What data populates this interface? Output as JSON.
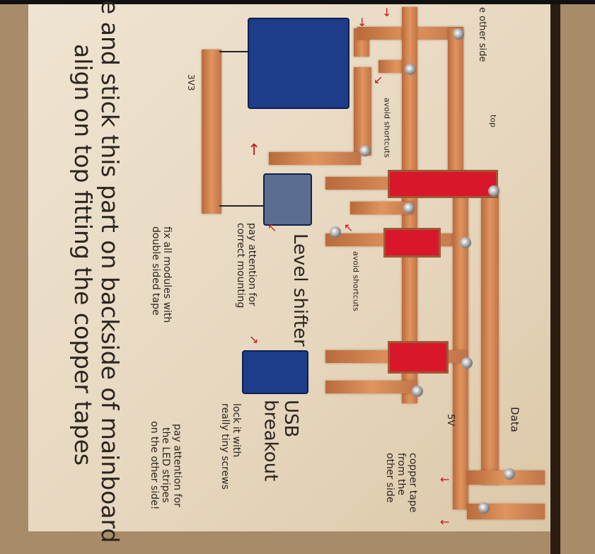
{
  "labels": {
    "main_line1": "e and stick this part on backside of mainboard",
    "main_line2": "align on top fitting the copper tapes",
    "other_side": "e other side",
    "v3v3": "3V3",
    "top": "top",
    "avoid1": "avoid shortcuts",
    "avoid2": "avoid shortcuts",
    "level_shifter": "Level shifter",
    "pay_attention_mounting": [
      "pay attention for",
      "correct mounting"
    ],
    "fix_modules": [
      "fix all modules with",
      "double sided tape"
    ],
    "usb_breakout": [
      "USB",
      "breakout"
    ],
    "lock_it": [
      "lock it with",
      "really tiny screws"
    ],
    "led_stripes": [
      "pay attention for",
      "the LED stripes",
      "on the other side!"
    ],
    "v5": "5V",
    "data": "Data",
    "copper_tape": [
      "copper tape",
      "from the",
      "other side"
    ]
  },
  "colors": {
    "copper": "#d98a55",
    "pad": "#d8182a",
    "pcb": "#1d3d8a",
    "arrow": "#c4161c"
  }
}
